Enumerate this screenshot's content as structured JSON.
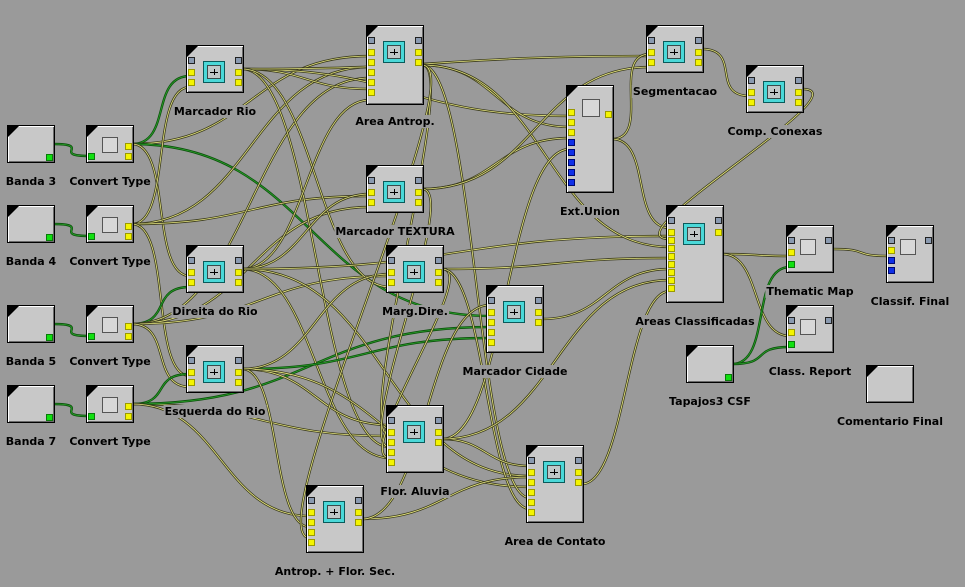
{
  "colors": {
    "background": "#9a9a9a",
    "wire_dark": "#3c3c1e",
    "wire_highlight": "#e6e680",
    "wire_selected": "#0c520c",
    "port_yellow": "#f4f400",
    "port_green": "#10e010",
    "port_blue": "#1030e8",
    "module_icon": "#4ad8d8"
  },
  "modules": {
    "banda3": {
      "label": "Banda 3"
    },
    "banda4": {
      "label": "Banda 4"
    },
    "banda5": {
      "label": "Banda 5"
    },
    "banda7": {
      "label": "Banda 7"
    },
    "convert1": {
      "label": "Convert Type"
    },
    "convert2": {
      "label": "Convert Type"
    },
    "convert3": {
      "label": "Convert Type"
    },
    "convert4": {
      "label": "Convert Type"
    },
    "marcador_rio": {
      "label": "Marcador Rio"
    },
    "direita_rio": {
      "label": "Direita do Rio"
    },
    "esquerda_rio": {
      "label": "Esquerda do Rio"
    },
    "area_antrop": {
      "label": "Area Antrop."
    },
    "marcador_textura": {
      "label": "Marcador TEXTURA"
    },
    "marg_dire": {
      "label": "Marg.Dire."
    },
    "flor_aluvia": {
      "label": "Flor. Aluvia"
    },
    "antrop_flor_sec": {
      "label": "Antrop. + Flor. Sec."
    },
    "marcador_cidade": {
      "label": "Marcador Cidade"
    },
    "ext_union": {
      "label": "Ext.Union"
    },
    "area_contato": {
      "label": "Area de Contato"
    },
    "segmentacao": {
      "label": "Segmentacao"
    },
    "comp_conexas": {
      "label": "Comp. Conexas"
    },
    "areas_classificadas": {
      "label": "Areas Classificadas"
    },
    "tapajos3_csf": {
      "label": "Tapajos3 CSF"
    },
    "thematic_map": {
      "label": "Thematic Map"
    },
    "class_report": {
      "label": "Class. Report"
    },
    "classif_final": {
      "label": "Classif. Final"
    },
    "comentario_final": {
      "label": "Comentario Final"
    }
  }
}
